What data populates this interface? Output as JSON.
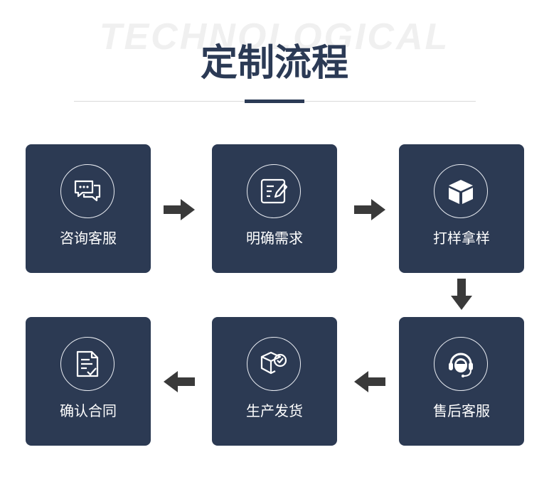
{
  "header": {
    "watermark": "TECHNOLOGICAL",
    "title": "定制流程"
  },
  "steps": [
    {
      "label": "咨询客服",
      "icon": "chat-bubbles-icon"
    },
    {
      "label": "明确需求",
      "icon": "edit-document-icon"
    },
    {
      "label": "打样拿样",
      "icon": "box-icon"
    },
    {
      "label": "售后客服",
      "icon": "customer-service-headset-icon"
    },
    {
      "label": "生产发货",
      "icon": "package-check-icon"
    },
    {
      "label": "确认合同",
      "icon": "contract-document-icon"
    }
  ],
  "colors": {
    "card": "#2c3a53",
    "title": "#2b3a55",
    "arrow": "#3a3a3a",
    "text": "#ffffff"
  }
}
